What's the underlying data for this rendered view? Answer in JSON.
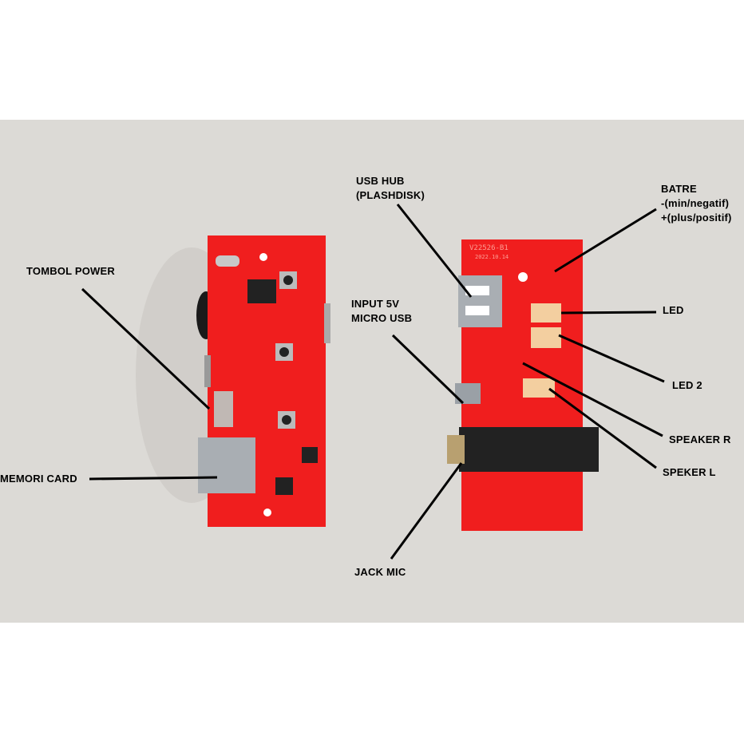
{
  "labels": {
    "power_button": "TOMBOL POWER",
    "memory_card": "MEMORI CARD",
    "usb_hub_line1": "USB HUB",
    "usb_hub_line2": "(PLASHDISK)",
    "input_line1": "INPUT 5V",
    "input_line2": "MICRO USB",
    "jack_mic": "JACK MIC",
    "battery_line1": "BATRE",
    "battery_line2": "-(min/negatif)",
    "battery_line3": "+(plus/positif)",
    "led": "LED",
    "led2": "LED 2",
    "speaker_r": "SPEAKER R",
    "speaker_l": "SPEKER L"
  },
  "board_silkscreen": {
    "model": "V22526-B1",
    "date": "2022.10.14"
  },
  "colors": {
    "pcb": "#f01e1e",
    "background": "#dcdad6",
    "connector": "#f3cfa0",
    "metal": "#a9aeb3",
    "jack": "#222222"
  }
}
